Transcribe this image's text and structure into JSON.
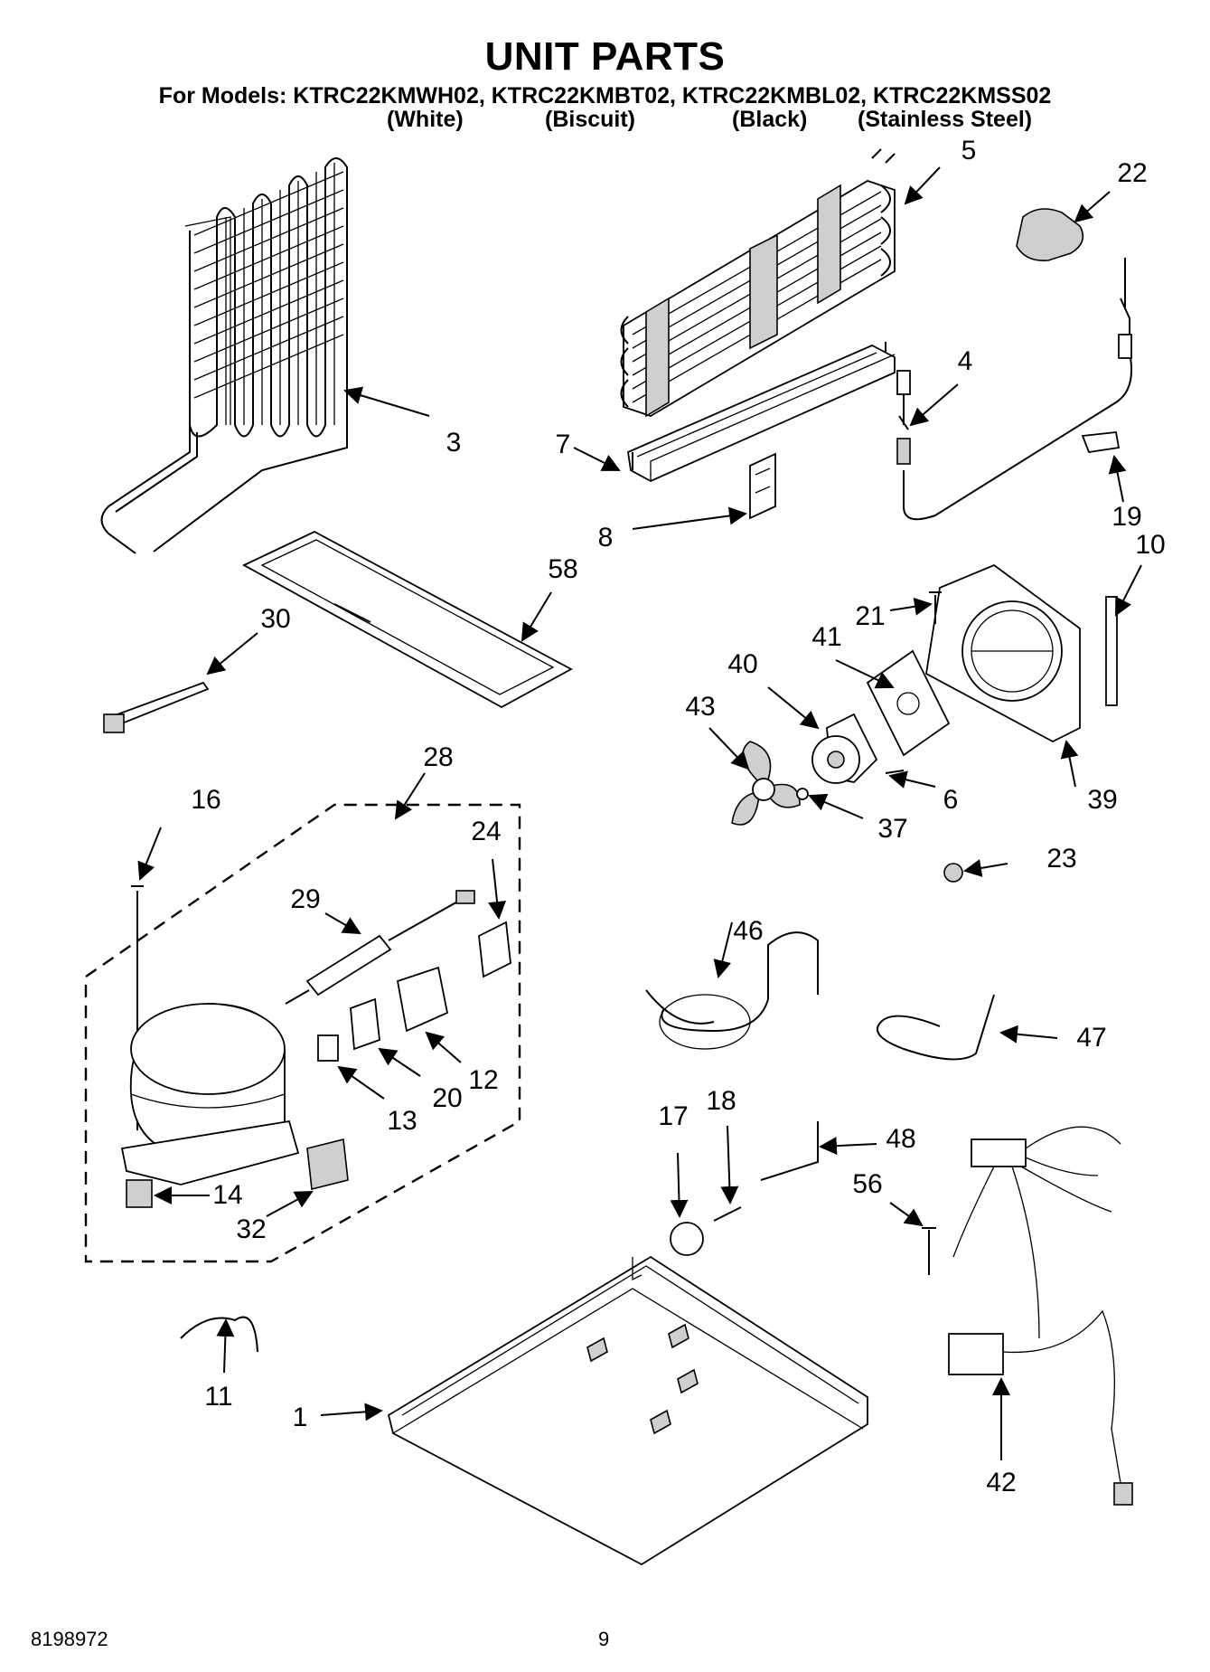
{
  "header": {
    "title": "UNIT PARTS",
    "models_line": "For Models: KTRC22KMWH02, KTRC22KMBT02, KTRC22KMBL02, KTRC22KMSS02",
    "colors": [
      "(White)",
      "(Biscuit)",
      "(Black)",
      "(Stainless Steel)"
    ]
  },
  "callouts": {
    "p1": "1",
    "p3": "3",
    "p4": "4",
    "p5": "5",
    "p6": "6",
    "p7": "7",
    "p8": "8",
    "p10": "10",
    "p11": "11",
    "p12": "12",
    "p13": "13",
    "p14": "14",
    "p16": "16",
    "p17": "17",
    "p18": "18",
    "p19": "19",
    "p20": "20",
    "p21": "21",
    "p22": "22",
    "p23": "23",
    "p24": "24",
    "p28": "28",
    "p29": "29",
    "p30": "30",
    "p32": "32",
    "p37": "37",
    "p39": "39",
    "p40": "40",
    "p41": "41",
    "p42": "42",
    "p43": "43",
    "p46": "46",
    "p47": "47",
    "p48": "48",
    "p56": "56",
    "p58": "58"
  },
  "footer": {
    "doc_number": "8198972",
    "page_number": "9"
  }
}
